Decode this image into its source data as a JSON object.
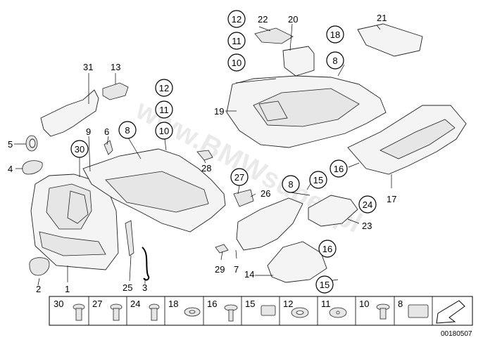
{
  "watermark": "www.BMWsuper.pl",
  "diagram_id": "00180507",
  "callouts": {
    "n1": "1",
    "n2": "2",
    "n3": "3",
    "n4": "4",
    "n5": "5",
    "n6": "6",
    "n7": "7",
    "n8a": "8",
    "n8b": "8",
    "n8c": "8",
    "n9": "9",
    "n10a": "10",
    "n10b": "10",
    "n11a": "11",
    "n11b": "11",
    "n12a": "12",
    "n12b": "12",
    "n13": "13",
    "n14": "14",
    "n15a": "15",
    "n15b": "15",
    "n16a": "16",
    "n16b": "16",
    "n17": "17",
    "n18": "18",
    "n19": "19",
    "n20": "20",
    "n21": "21",
    "n22": "22",
    "n23": "23",
    "n24": "24",
    "n25": "25",
    "n26": "26",
    "n27": "27",
    "n28": "28",
    "n29": "29",
    "n30": "30",
    "n31": "31"
  },
  "legend": [
    "30",
    "27",
    "24",
    "18",
    "16",
    "15",
    "12",
    "11",
    "10",
    "8"
  ]
}
